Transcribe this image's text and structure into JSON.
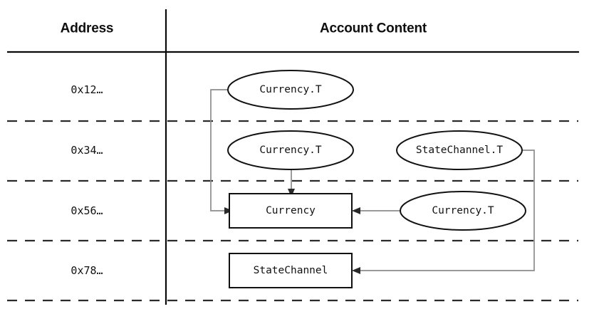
{
  "figure": {
    "title_columns": {
      "address": "Address",
      "account_content": "Account Content"
    },
    "rows": [
      {
        "address": "0x12…"
      },
      {
        "address": "0x34…"
      },
      {
        "address": "0x56…"
      },
      {
        "address": "0x78…"
      }
    ],
    "nodes": {
      "row1_ellipse": "Currency.T",
      "row2_ellipse_left": "Currency.T",
      "row2_ellipse_right": "StateChannel.T",
      "row3_box": "Currency",
      "row3_ellipse_right": "Currency.T",
      "row4_box": "StateChannel"
    },
    "colors": {
      "background": "#ffffff",
      "rule": "#0a0a0a",
      "dashed_rule": "#2b2b2b",
      "shape_stroke": "#111111",
      "connector": "#8c8c8c",
      "text": "#111111"
    }
  }
}
